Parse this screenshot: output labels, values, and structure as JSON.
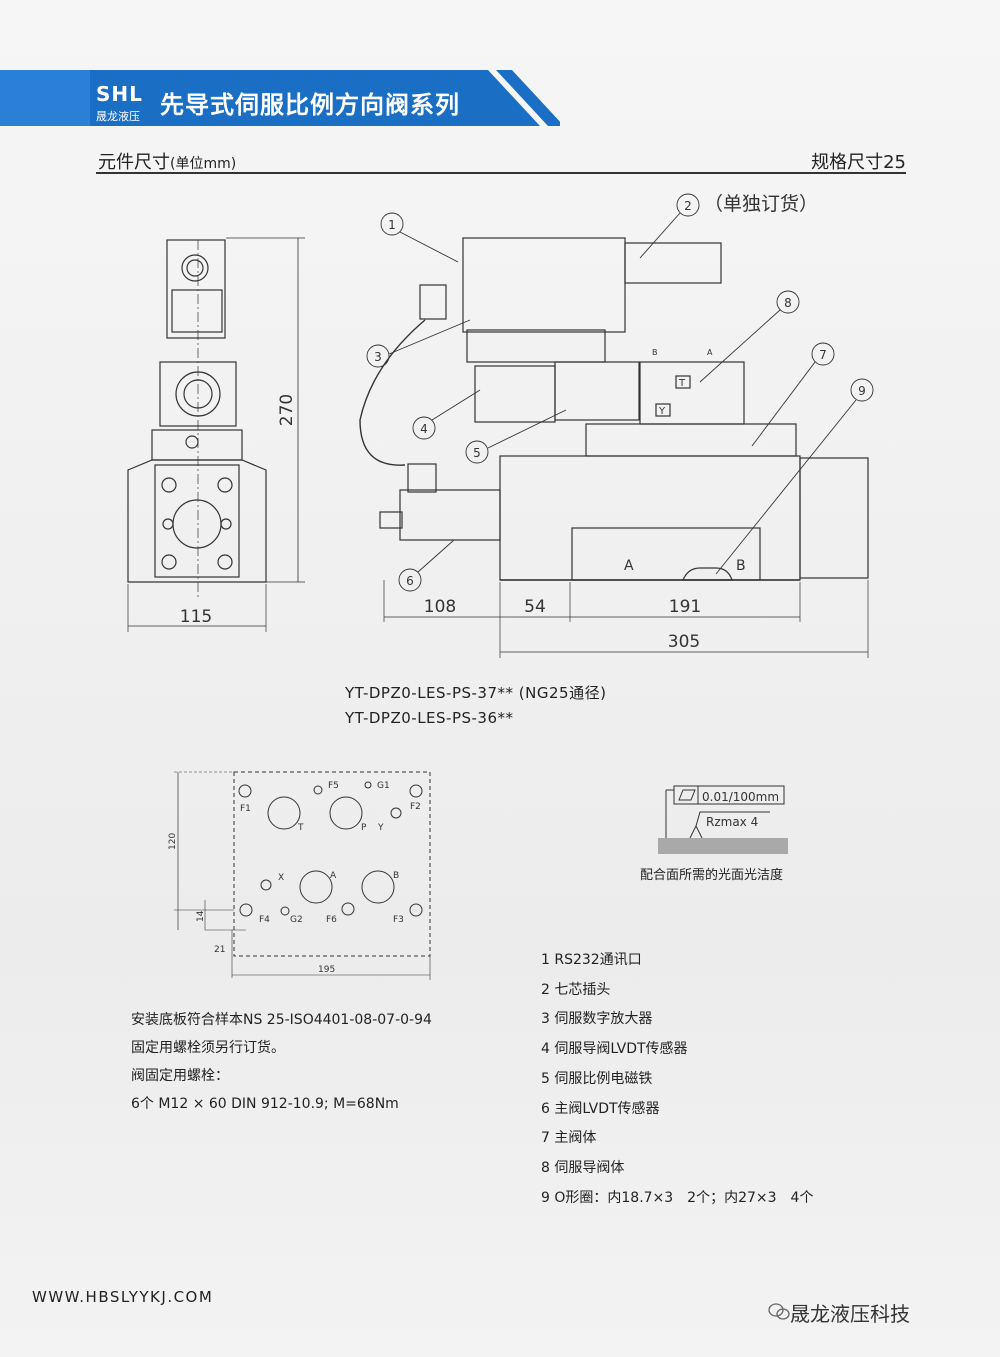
{
  "header": {
    "logo": "SHL",
    "logo_sub": "晟龙液压",
    "title": "先导式伺服比例方向阀系列",
    "colors": {
      "banner": "#1a6fc4",
      "accent": "#3a9ae6"
    }
  },
  "section": {
    "title": "元件尺寸",
    "unit": "(单位mm)",
    "size": "规格尺寸25"
  },
  "drawing": {
    "order_note": "（单独订货）",
    "callouts": [
      "1",
      "2",
      "3",
      "4",
      "5",
      "6",
      "7",
      "8",
      "9"
    ],
    "dims": {
      "d115": "115",
      "d270": "270",
      "d108": "108",
      "d54": "54",
      "d191": "191",
      "d305": "305"
    },
    "port_labels": {
      "A": "A",
      "B": "B",
      "T": "T",
      "Y": "Y",
      "small_B": "B",
      "small_A": "A"
    }
  },
  "models": [
    "YT-DPZ0-LES-PS-37** (NG25通径)",
    "YT-DPZ0-LES-PS-36**"
  ],
  "subplate": {
    "ports": {
      "F1": "F1",
      "F2": "F2",
      "F3": "F3",
      "F4": "F4",
      "F5": "F5",
      "F6": "F6",
      "G1": "G1",
      "G2": "G2",
      "T": "T",
      "P": "P",
      "X": "X",
      "Y": "Y",
      "A": "A",
      "B": "B"
    },
    "dims": {
      "d120": "120",
      "d14": "14",
      "d21": "21",
      "d195": "195"
    }
  },
  "surface": {
    "flatness": "0.01/100mm",
    "roughness": "Rzmax 4",
    "label": "配合面所需的光面光洁度"
  },
  "notes": [
    "安装底板符合样本NS 25-ISO4401-08-07-0-94",
    "固定用螺栓须另行订货。",
    "阀固定用螺栓：",
    "6个 M12 × 60 DIN 912-10.9; M=68Nm"
  ],
  "parts": [
    "1 RS232通讯口",
    "2 七芯插头",
    "3 伺服数字放大器",
    "4 伺服导阀LVDT传感器",
    "5 伺服比例电磁铁",
    "6 主阀LVDT传感器",
    "7 主阀体",
    "8 伺服导阀体",
    "9 O形圈：内18.7×3　2个；内27×3　4个"
  ],
  "footer": {
    "url": "WWW.HBSLYYKJ.COM",
    "brand": "晟龙液压科技"
  }
}
